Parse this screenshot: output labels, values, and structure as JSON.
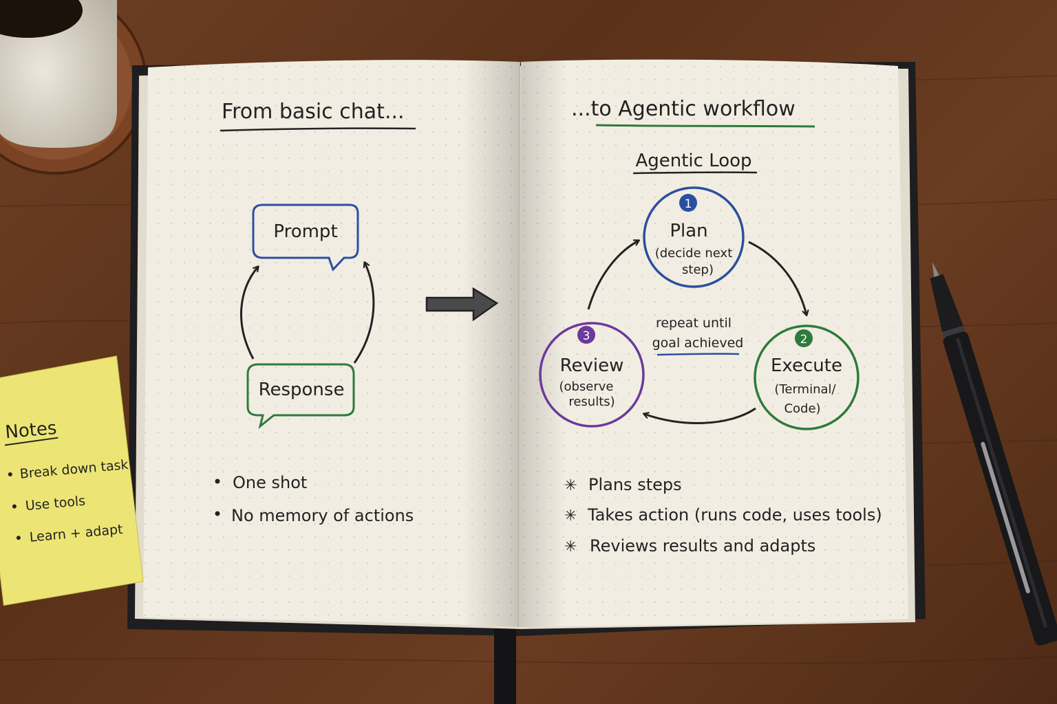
{
  "left_page": {
    "title": "From basic chat...",
    "prompt_bubble": "Prompt",
    "response_bubble": "Response",
    "bullets": [
      "One shot",
      "No memory of actions"
    ]
  },
  "right_page": {
    "title": "...to Agentic workflow",
    "subtitle": "Agentic Loop",
    "loop_note_line1": "repeat until",
    "loop_note_line2": "goal achieved",
    "steps": [
      {
        "number": "1",
        "name": "Plan",
        "detail_line1": "(decide next",
        "detail_line2": "step)",
        "color": "#2b4fa0"
      },
      {
        "number": "2",
        "name": "Execute",
        "detail_line1": "(Terminal/",
        "detail_line2": "Code)",
        "color": "#2e7a3c"
      },
      {
        "number": "3",
        "name": "Review",
        "detail_line1": "(observe",
        "detail_line2": "results)",
        "color": "#6b3a9a"
      }
    ],
    "bullets": [
      "Plans steps",
      "Takes action (runs code, uses tools)",
      "Reviews results and adapts"
    ]
  },
  "sticky_note": {
    "title": "Notes",
    "items": [
      "Break down task",
      "Use tools",
      "Learn + adapt"
    ]
  },
  "colors": {
    "blue_ink": "#2b4fa0",
    "green_ink": "#2e7a3c",
    "purple_ink": "#6b3a9a",
    "paper": "#f2ede2",
    "sticky": "#ece575",
    "desk": "#5e341b"
  }
}
